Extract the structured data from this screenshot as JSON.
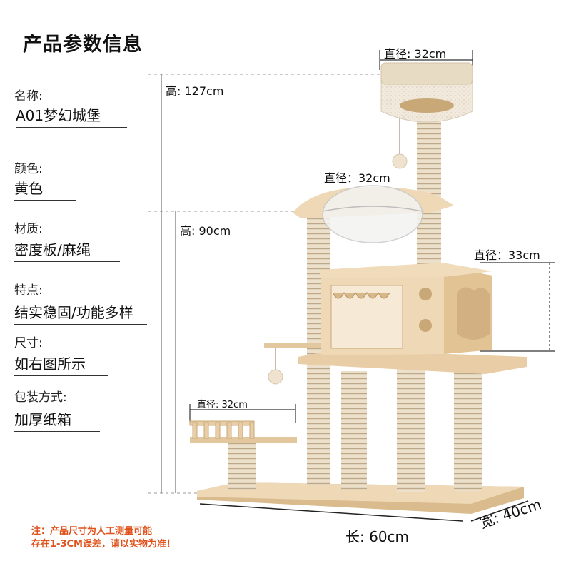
{
  "page": {
    "title": "产品参数信息"
  },
  "specs": [
    {
      "label": "名称:",
      "value": "A01梦幻城堡"
    },
    {
      "label": "颜色:",
      "value": "黄色"
    },
    {
      "label": "材质:",
      "value": "密度板/麻绳"
    },
    {
      "label": "特点:",
      "value": "结实稳固/功能多样"
    },
    {
      "label": "尺寸:",
      "value": "如右图所示"
    },
    {
      "label": "包装方式:",
      "value": "加厚纸箱"
    }
  ],
  "dimensions": {
    "top_bed_diameter": "直径: 32cm",
    "bowl_diameter": "直径：32cm",
    "house_diameter": "直径：33cm",
    "low_perch_diameter": "直径: 32cm",
    "total_height": "高: 127cm",
    "mid_height": "高: 90cm",
    "length": "长: 60cm",
    "width": "宽: 40cm"
  },
  "note": {
    "line1": "注：产品尺寸为人工测量可能",
    "line2": "存在1-3CM误差，请以实物为准！"
  },
  "colors": {
    "wood": "#eed8b6",
    "wood_dark": "#d9bb8e",
    "sisal": "#e9dcc6",
    "plush": "#f2ebdf",
    "note": "#e0521c"
  }
}
